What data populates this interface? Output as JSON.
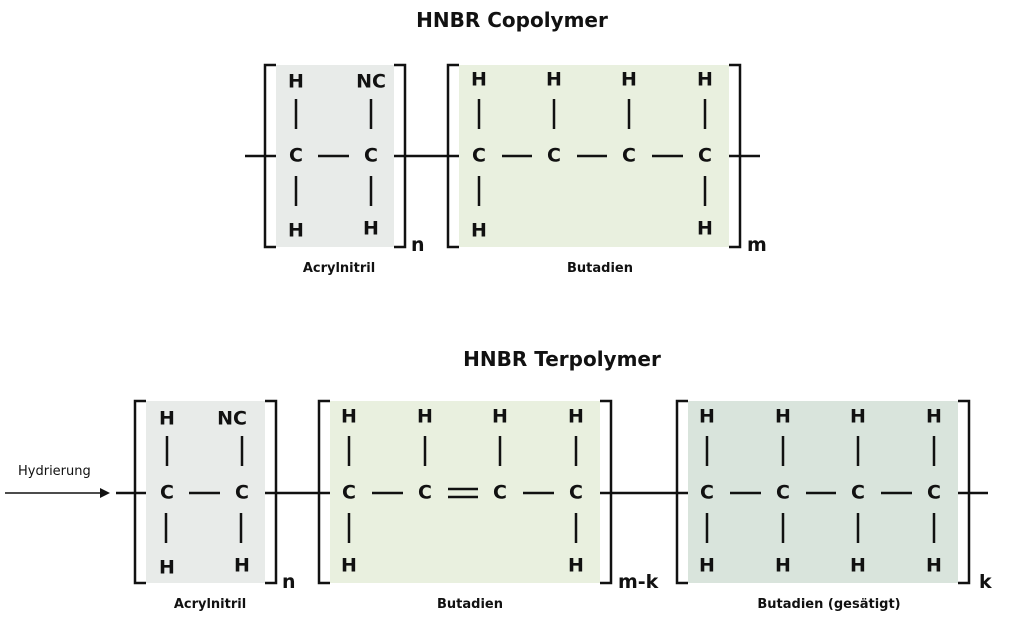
{
  "colors": {
    "acrylnitril_fill": "#e8ebe9",
    "butadien_fill": "#e9f0df",
    "butadien_saturated_fill": "#d9e4dc",
    "line": "#111111"
  },
  "copolymer": {
    "title": "HNBR Copolymer",
    "units": [
      {
        "name": "Acrylnitril",
        "subscript": "n",
        "top": [
          "H",
          "NC"
        ],
        "backbone": [
          "C",
          "C"
        ],
        "bottom": [
          "H",
          "H"
        ],
        "bonds": [
          "single"
        ]
      },
      {
        "name": "Butadien",
        "subscript": "m",
        "top": [
          "H",
          "H",
          "H",
          "H"
        ],
        "backbone": [
          "C",
          "C",
          "C",
          "C"
        ],
        "bottom": [
          "H",
          "",
          "",
          "H"
        ],
        "bonds": [
          "single",
          "single",
          "single"
        ]
      }
    ]
  },
  "terpolymer": {
    "title": "HNBR Terpolymer",
    "reaction_label": "Hydrierung",
    "units": [
      {
        "name": "Acrylnitril",
        "subscript": "n",
        "top": [
          "H",
          "NC"
        ],
        "backbone": [
          "C",
          "C"
        ],
        "bottom": [
          "H",
          "H"
        ],
        "bonds": [
          "single"
        ]
      },
      {
        "name": "Butadien",
        "subscript": "m-k",
        "top": [
          "H",
          "H",
          "H",
          "H"
        ],
        "backbone": [
          "C",
          "C",
          "C",
          "C"
        ],
        "bottom": [
          "H",
          "",
          "",
          "H"
        ],
        "bonds": [
          "single",
          "double",
          "single"
        ]
      },
      {
        "name": "Butadien (gesätigt)",
        "subscript": "k",
        "top": [
          "H",
          "H",
          "H",
          "H"
        ],
        "backbone": [
          "C",
          "C",
          "C",
          "C"
        ],
        "bottom": [
          "H",
          "H",
          "H",
          "H"
        ],
        "bonds": [
          "single",
          "single",
          "single"
        ]
      }
    ]
  }
}
